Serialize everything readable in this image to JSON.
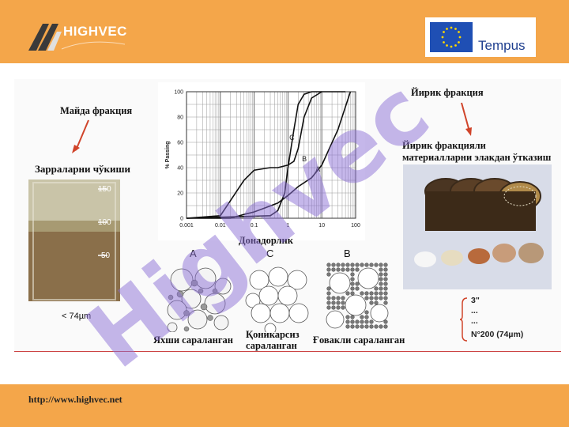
{
  "header": {
    "logo_text": "HIGHVEC",
    "partner_text": "Tempus"
  },
  "watermark": "Highvec",
  "left": {
    "fine_fraction": "Майда фракция",
    "sedimentation": "Зарраларни чўкиши",
    "beaker_marks": [
      "150",
      "100",
      "50"
    ],
    "size_note": "< 74µm"
  },
  "chart": {
    "xlabel": "Донадорлик",
    "ylabel": "% Passing",
    "curve_labels": [
      "C",
      "B",
      "A"
    ]
  },
  "chart_data": {
    "type": "line",
    "xscale": "log",
    "xlim": [
      0.001,
      100
    ],
    "ylim": [
      0,
      100
    ],
    "x_ticks": [
      "0.001",
      "0.01",
      "0.1",
      "1",
      "10",
      "100"
    ],
    "y_ticks": [
      "0",
      "20",
      "40",
      "60",
      "80",
      "100"
    ],
    "ylabel": "% Passing",
    "xlabel": "Донадорлик",
    "grid": true,
    "series": [
      {
        "name": "C",
        "x": [
          0.001,
          0.3,
          0.5,
          0.8,
          1,
          1.5,
          2,
          3,
          5,
          10
        ],
        "y": [
          0,
          2,
          6,
          20,
          40,
          70,
          90,
          98,
          100,
          100
        ]
      },
      {
        "name": "B",
        "x": [
          0.001,
          0.01,
          0.02,
          0.05,
          0.1,
          0.3,
          0.5,
          1,
          1.5,
          2,
          3,
          5,
          10,
          50
        ],
        "y": [
          0,
          2,
          14,
          30,
          38,
          40,
          40,
          42,
          45,
          55,
          80,
          95,
          100,
          100
        ]
      },
      {
        "name": "A",
        "x": [
          0.001,
          0.02,
          0.05,
          0.1,
          0.2,
          0.5,
          1,
          2,
          5,
          10,
          30,
          70
        ],
        "y": [
          0,
          0,
          3,
          5,
          8,
          12,
          18,
          25,
          32,
          42,
          70,
          100
        ]
      }
    ]
  },
  "packing": {
    "labels": [
      "A",
      "C",
      "B"
    ],
    "captions": [
      "Яхши сараланган",
      "Қоникарсиз сараланган",
      "Ғовакли сараланган"
    ]
  },
  "right": {
    "coarse_fraction": "Йирик фракция",
    "sieving_line1": "Йирик фракцияли",
    "sieving_line2": "материалларни элакдан ўтказиш",
    "sieve_list": [
      "3\"",
      "...",
      "...",
      "N°200 (74µm)"
    ]
  },
  "footer": {
    "url": "http://www.highvec.net"
  }
}
